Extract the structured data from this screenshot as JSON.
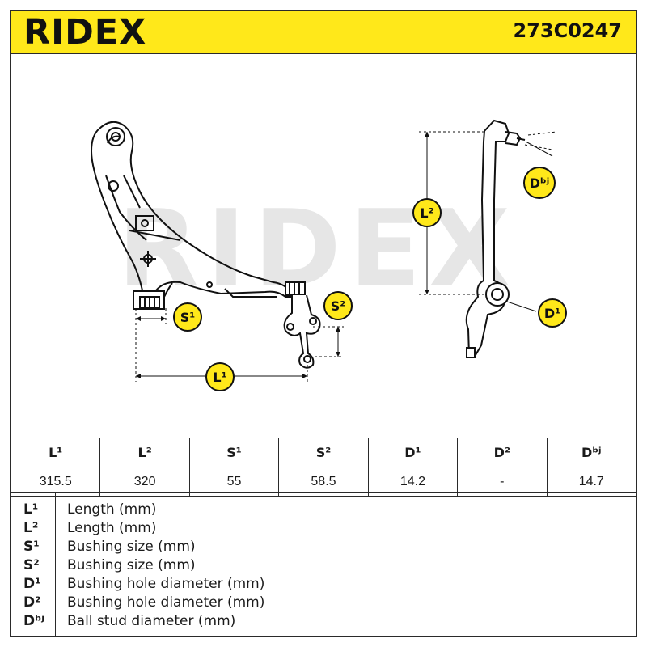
{
  "brand": {
    "logo": "RIDEX",
    "part_number": "273C0247",
    "accent": "#ffe81a"
  },
  "watermark": "RIDEX",
  "callouts": {
    "S1": "S¹",
    "S2": "S²",
    "L1": "L¹",
    "L2": "L²",
    "D1": "D¹",
    "Dbj": "Dᵇʲ"
  },
  "specs": {
    "headers": [
      "L¹",
      "L²",
      "S¹",
      "S²",
      "D¹",
      "D²",
      "Dᵇʲ"
    ],
    "values": [
      "315.5",
      "320",
      "55",
      "58.5",
      "14.2",
      "-",
      "14.7"
    ]
  },
  "legend": [
    {
      "symbol": "L¹",
      "text": "Length (mm)"
    },
    {
      "symbol": "L²",
      "text": "Length (mm)"
    },
    {
      "symbol": "S¹",
      "text": "Bushing size (mm)"
    },
    {
      "symbol": "S²",
      "text": "Bushing size (mm)"
    },
    {
      "symbol": "D¹",
      "text": "Bushing hole diameter (mm)"
    },
    {
      "symbol": "D²",
      "text": "Bushing hole diameter (mm)"
    },
    {
      "symbol": "Dᵇʲ",
      "text": "Ball stud diameter (mm)"
    }
  ]
}
